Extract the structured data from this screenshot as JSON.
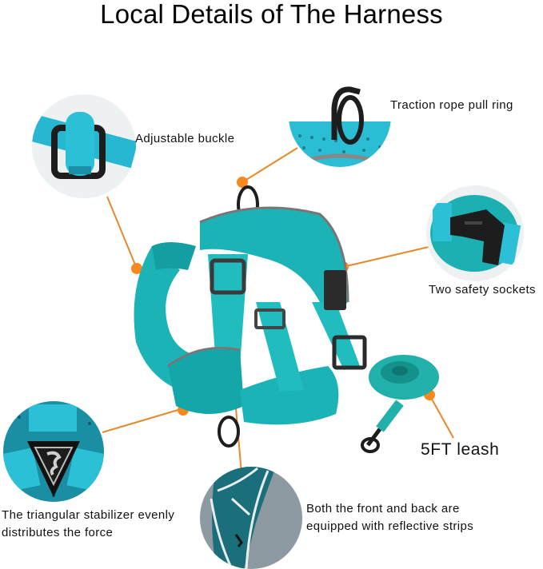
{
  "title": "Local Details of The Harness",
  "colors": {
    "teal": "#1bb3b5",
    "teal_dark": "#138f93",
    "cyan": "#27b7d0",
    "accent_orange": "#f7891f",
    "line_orange": "#e58a2a",
    "buckle_black": "#1d1d1d"
  },
  "callouts": [
    {
      "id": "adjustable-buckle",
      "label": "Adjustable buckle"
    },
    {
      "id": "pull-ring",
      "label": "Traction rope pull ring"
    },
    {
      "id": "safety-sockets",
      "label": "Two safety sockets"
    },
    {
      "id": "leash",
      "label": "5FT leash"
    },
    {
      "id": "stabilizer",
      "label_line1": "The triangular stabilizer evenly",
      "label_line2": "distributes the force"
    },
    {
      "id": "reflective",
      "label_line1": "Both the front and back are",
      "label_line2": "equipped with reflective strips"
    }
  ]
}
